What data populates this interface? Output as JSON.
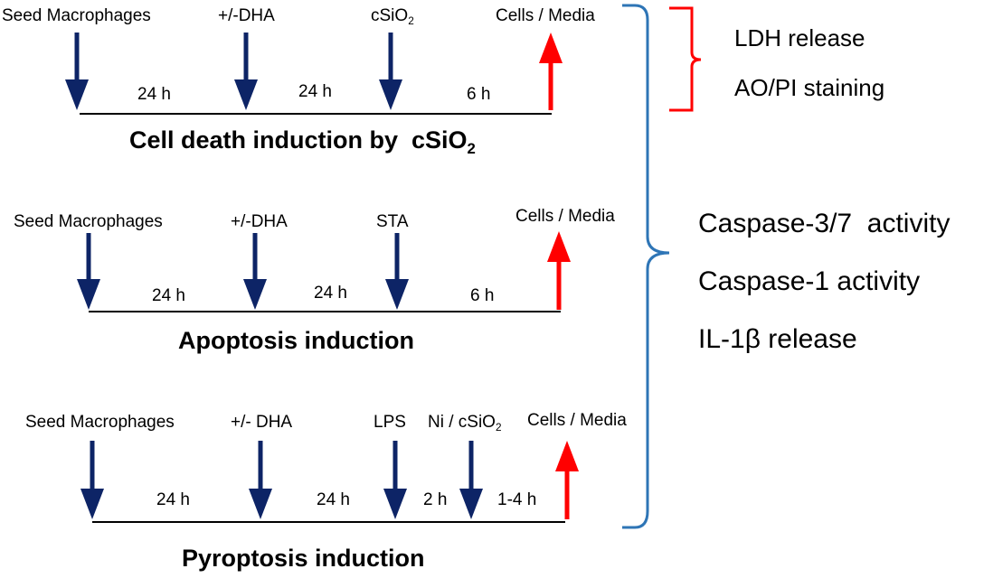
{
  "colors": {
    "treatment_arrow": "#0d2466",
    "harvest_arrow": "#ff0000",
    "bracket_red": "#ff0000",
    "bracket_blue": "#2e75b6"
  },
  "protocol1": {
    "steps": {
      "seed": "Seed Macrophages",
      "dha": "+/-DHA",
      "agent": "cSiO",
      "agent_sub": "2",
      "harvest": "Cells / Media"
    },
    "durations": [
      "24 h",
      "24 h",
      "6 h"
    ],
    "title": "Cell death induction by  cSiO",
    "title_sub": "2"
  },
  "protocol2": {
    "steps": {
      "seed": "Seed Macrophages",
      "dha": "+/-DHA",
      "agent": "STA",
      "harvest": "Cells / Media"
    },
    "durations": [
      "24 h",
      "24 h",
      "6 h"
    ],
    "title": "Apoptosis induction"
  },
  "protocol3": {
    "steps": {
      "seed": "Seed Macrophages",
      "dha": "+/- DHA",
      "lps": "LPS",
      "agent": "Ni / cSiO",
      "agent_sub": "2",
      "harvest": "Cells / Media"
    },
    "durations": [
      "24 h",
      "24 h",
      "2 h",
      "1-4 h"
    ],
    "title": "Pyroptosis induction"
  },
  "assays_red": [
    "LDH release",
    "AO/PI staining"
  ],
  "assays_blue": [
    "Caspase-3/7  activity",
    "Caspase-1 activity",
    "IL-1β release"
  ]
}
